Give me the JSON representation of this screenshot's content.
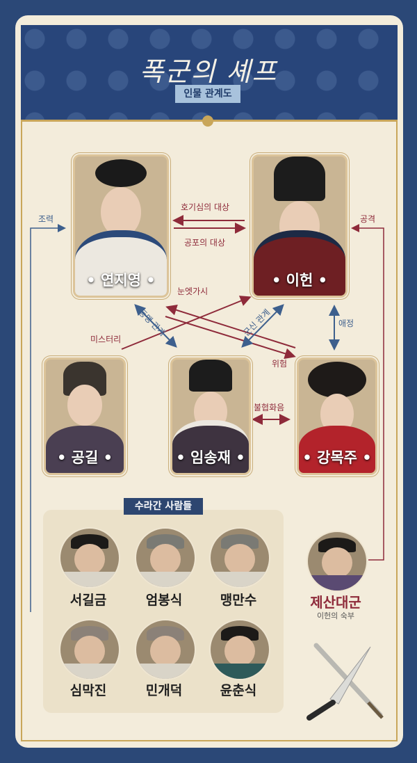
{
  "header": {
    "logo_text": "폭군의 셰프",
    "subtitle": "인물 관계도"
  },
  "colors": {
    "navy": "#2b4877",
    "cream": "#f3ecdb",
    "red": "#8e2a3a",
    "blue": "#3d5f8d",
    "gold": "#c9a65a"
  },
  "main_characters": [
    {
      "name": "연지영"
    },
    {
      "name": "이헌"
    },
    {
      "name": "공길"
    },
    {
      "name": "임송재"
    },
    {
      "name": "강목주"
    }
  ],
  "relations": {
    "curiosity": "호기심의 대상",
    "fear": "공포의 대상",
    "help": "조력",
    "attack": "공격",
    "thorn": "눈엣가시",
    "alliance": "동맹 관계",
    "ruler_subject": "군신 관계",
    "affection": "애정",
    "mystery": "미스터리",
    "danger": "위험",
    "discord": "불협화음"
  },
  "kitchen": {
    "title": "수라간 사람들",
    "members": [
      "서길금",
      "엄봉식",
      "맹만수",
      "심막진",
      "민개덕",
      "윤춘식"
    ]
  },
  "uncle": {
    "name": "제산대군",
    "subtitle": "이헌의 숙부"
  },
  "decoration": {
    "crossed_knives": "knife-and-sword-icon"
  }
}
